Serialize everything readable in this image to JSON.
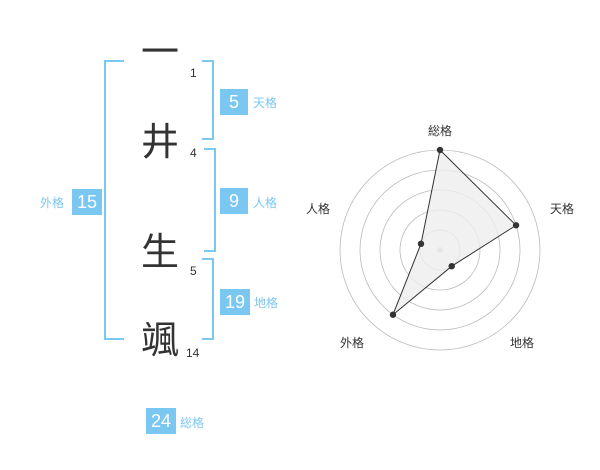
{
  "name": {
    "kanji": [
      {
        "char": "一",
        "strokes": "1"
      },
      {
        "char": "井",
        "strokes": "4"
      },
      {
        "char": "生",
        "strokes": "5"
      },
      {
        "char": "颯",
        "strokes": "14"
      }
    ]
  },
  "fortunes": {
    "tenkaku": {
      "value": "5",
      "label": "天格"
    },
    "jinkaku": {
      "value": "9",
      "label": "人格"
    },
    "chikaku": {
      "value": "19",
      "label": "地格"
    },
    "gaikaku": {
      "value": "15",
      "label": "外格"
    },
    "soukaku": {
      "value": "24",
      "label": "総格"
    }
  },
  "radar": {
    "axes": [
      "総格",
      "天格",
      "地格",
      "外格",
      "人格"
    ],
    "levels": 5,
    "values": [
      5,
      4,
      1,
      4,
      1
    ],
    "colors": {
      "fill": "#eeeeee",
      "line": "#333333",
      "grid": "#bbbbbb",
      "point": "#333333"
    }
  },
  "colors": {
    "accent": "#7ac7f2"
  }
}
